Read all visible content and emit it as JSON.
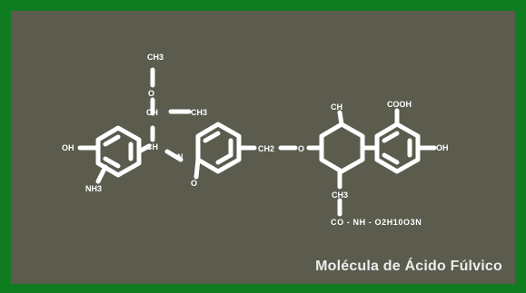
{
  "caption": "Molécula de Ácido Fúlvico",
  "colors": {
    "border": "#0f7d1f",
    "background": "#5b5b4e",
    "lines": "#ffffff"
  },
  "labels": {
    "ch3_top": "CH3",
    "o_top": "O",
    "ch_mid": "CH",
    "ch3_mid": "CH3",
    "ch_left": "CH",
    "oh_left": "OH",
    "nh3": "NH3",
    "n": "N",
    "o_ketone": "O",
    "ch2": "CH2",
    "o_ether": "O",
    "ch_ring": "CH",
    "ch3_ring": "CH3",
    "cooh": "COOH",
    "oh_right": "OH",
    "tail": "CO - NH - O2H10O3N"
  }
}
